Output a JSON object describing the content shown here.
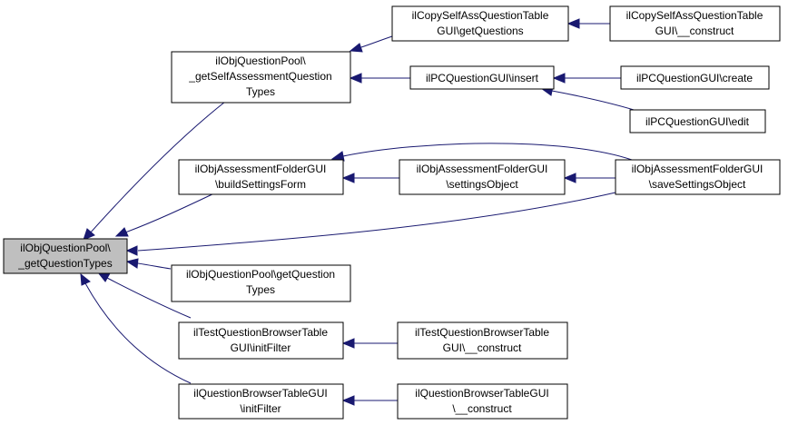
{
  "nodes": {
    "n_root": [
      "ilObjQuestionPool\\",
      "_getQuestionTypes"
    ],
    "n_selfassess": [
      "ilObjQuestionPool\\",
      "_getSelfAssessmentQuestion",
      "Types"
    ],
    "n_buildsettings": [
      "ilObjAssessmentFolderGUI",
      "\\buildSettingsForm"
    ],
    "n_getqtypes": [
      "ilObjQuestionPool\\getQuestion",
      "Types"
    ],
    "n_testbrowser_init": [
      "ilTestQuestionBrowserTable",
      "GUI\\initFilter"
    ],
    "n_qbrowser_init": [
      "ilQuestionBrowserTableGUI",
      "\\initFilter"
    ],
    "n_copyself_getq": [
      "ilCopySelfAssQuestionTable",
      "GUI\\getQuestions"
    ],
    "n_pcq_insert": [
      "ilPCQuestionGUI\\insert"
    ],
    "n_settingsobj": [
      "ilObjAssessmentFolderGUI",
      "\\settingsObject"
    ],
    "n_testbrowser_construct": [
      "ilTestQuestionBrowserTable",
      "GUI\\__construct"
    ],
    "n_qbrowser_construct": [
      "ilQuestionBrowserTableGUI",
      "\\__construct"
    ],
    "n_copyself_construct": [
      "ilCopySelfAssQuestionTable",
      "GUI\\__construct"
    ],
    "n_pcq_create": [
      "ilPCQuestionGUI\\create"
    ],
    "n_pcq_edit": [
      "ilPCQuestionGUI\\edit"
    ],
    "n_savesettings": [
      "ilObjAssessmentFolderGUI",
      "\\saveSettingsObject"
    ]
  },
  "edges": [
    {
      "from": "n_selfassess",
      "to": "n_root"
    },
    {
      "from": "n_buildsettings",
      "to": "n_root"
    },
    {
      "from": "n_savesettings",
      "to": "n_root"
    },
    {
      "from": "n_getqtypes",
      "to": "n_root"
    },
    {
      "from": "n_testbrowser_init",
      "to": "n_root"
    },
    {
      "from": "n_qbrowser_init",
      "to": "n_root"
    },
    {
      "from": "n_copyself_getq",
      "to": "n_selfassess"
    },
    {
      "from": "n_pcq_insert",
      "to": "n_selfassess"
    },
    {
      "from": "n_copyself_construct",
      "to": "n_copyself_getq"
    },
    {
      "from": "n_pcq_create",
      "to": "n_pcq_insert"
    },
    {
      "from": "n_pcq_edit",
      "to": "n_pcq_insert"
    },
    {
      "from": "n_settingsobj",
      "to": "n_buildsettings"
    },
    {
      "from": "n_savesettings",
      "to": "n_buildsettings"
    },
    {
      "from": "n_savesettings",
      "to": "n_settingsobj"
    },
    {
      "from": "n_testbrowser_construct",
      "to": "n_testbrowser_init"
    },
    {
      "from": "n_qbrowser_construct",
      "to": "n_qbrowser_init"
    }
  ],
  "colors": {
    "edge": "#191970",
    "focus_fill": "#bfbfbf",
    "node_fill": "#ffffff",
    "node_border": "#000000"
  }
}
